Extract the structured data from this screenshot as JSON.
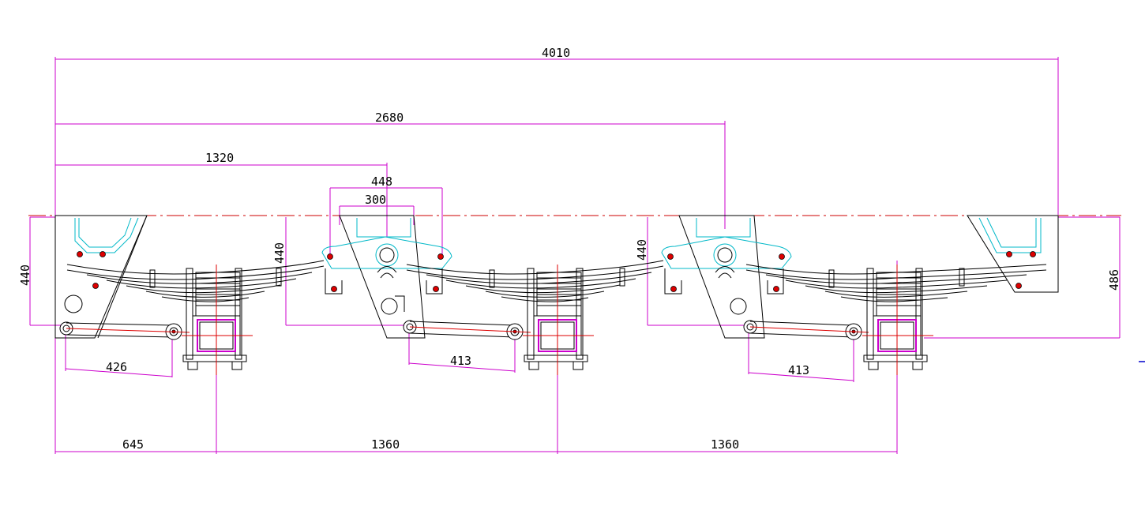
{
  "dimensions": {
    "overall_length": "4010",
    "front_to_third_hanger": "2680",
    "front_to_second_hanger": "1320",
    "hanger_width_outer": "448",
    "hanger_width_inner": "300",
    "hanger_height_front": "440",
    "hanger_height_middle": "440",
    "hanger_height_rear": "440",
    "overall_height": "486",
    "torque_arm_front": "426",
    "torque_arm_middle": "413",
    "torque_arm_rear": "413",
    "front_to_axle1": "645",
    "axle1_to_axle2": "1360",
    "axle2_to_axle3": "1360"
  },
  "colors": {
    "dimension": "#cc00cc",
    "centerline": "#cc0000",
    "hanger_detail": "#00b8c8",
    "part_outline": "#000000"
  }
}
